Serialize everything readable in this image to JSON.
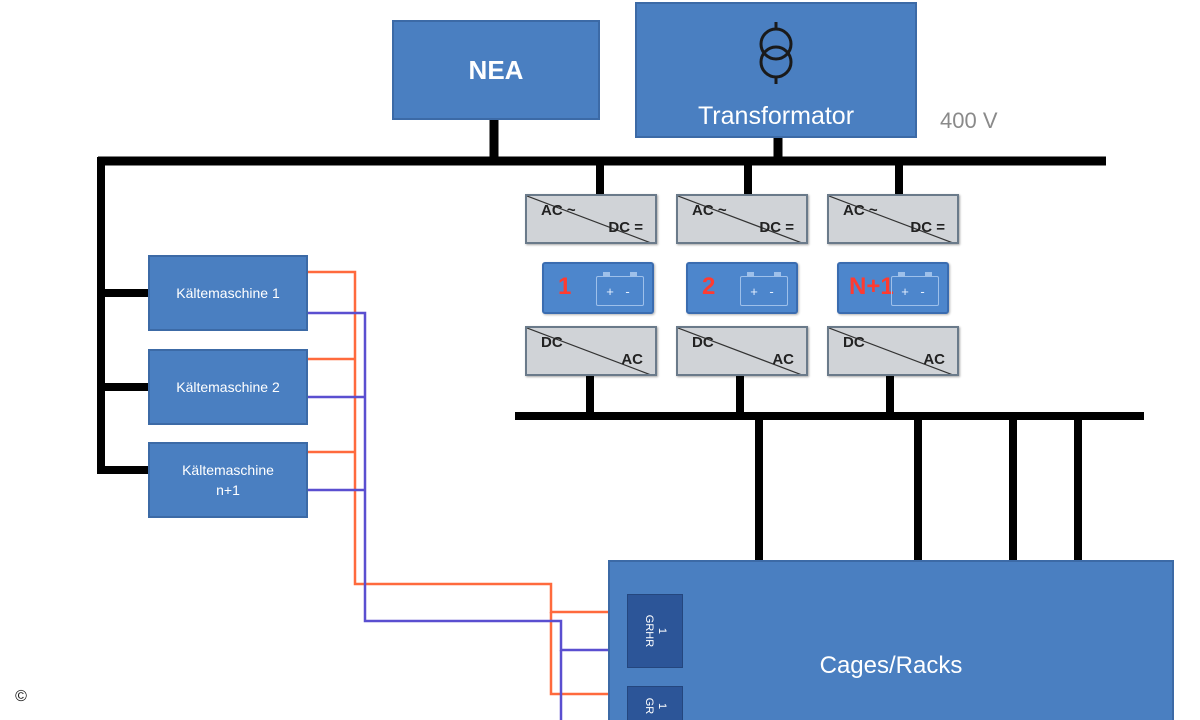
{
  "labels": {
    "nea": "NEA",
    "transformator": "Transformator",
    "voltage": "400 V",
    "cages": "Cages/Racks",
    "copyright": "©"
  },
  "converters_top": [
    {
      "in": "AC ~",
      "out": "DC ="
    },
    {
      "in": "AC ~",
      "out": "DC ="
    },
    {
      "in": "AC ~",
      "out": "DC ="
    }
  ],
  "batteries": [
    {
      "number": "1",
      "cell": "+ -"
    },
    {
      "number": "2",
      "cell": "+ -"
    },
    {
      "number": "N+1",
      "cell": "+ -"
    }
  ],
  "converters_bottom": [
    {
      "in": "DC",
      "out": "AC"
    },
    {
      "in": "DC",
      "out": "AC"
    },
    {
      "in": "DC",
      "out": "AC"
    }
  ],
  "chillers": [
    {
      "line1": "Kältemaschine 1",
      "line2": ""
    },
    {
      "line1": "Kältemaschine 2",
      "line2": ""
    },
    {
      "line1": "Kältemaschine",
      "line2": "n+1"
    }
  ],
  "ports": [
    {
      "text": "1\nGRHR"
    },
    {
      "text": "1\nGR"
    }
  ],
  "colors": {
    "box_blue": "#4a7fc1",
    "port_blue": "#2c5598",
    "bus": "#000000",
    "orange_line": "#ff6a3d",
    "purple_line": "#5a4fd0",
    "battery_number": "#ff3b30"
  }
}
